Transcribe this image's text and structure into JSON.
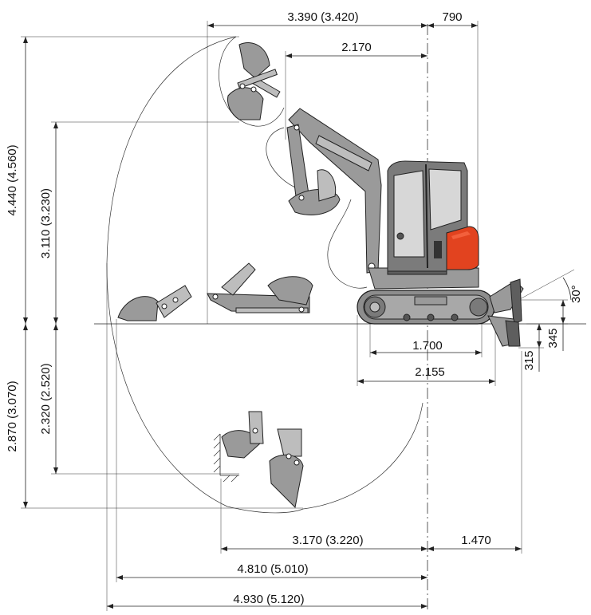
{
  "colors": {
    "counterweight": "#e2431f",
    "machine": "#9a9a9a",
    "line": "#222222"
  },
  "dimensions": {
    "top_boom_reach": "3.390 (3.420)",
    "rear_overhang": "790",
    "reach_at_max_height": "2.170",
    "max_height": "4.440 (4.560)",
    "max_dump_height": "3.110 (3.230)",
    "max_vertical_wall_depth": "2.320 (2.520)",
    "max_dig_depth": "2.870 (3.070)",
    "track_length": "1.700",
    "undercarriage_length": "2.155",
    "blade_height": "345",
    "blade_depth": "315",
    "blade_angle": "30°",
    "reach_at_wall_depth": "3.170 (3.220)",
    "blade_reach": "1.470",
    "max_dig_reach_ground": "4.810 (5.010)",
    "max_dig_reach": "4.930 (5.120)"
  }
}
